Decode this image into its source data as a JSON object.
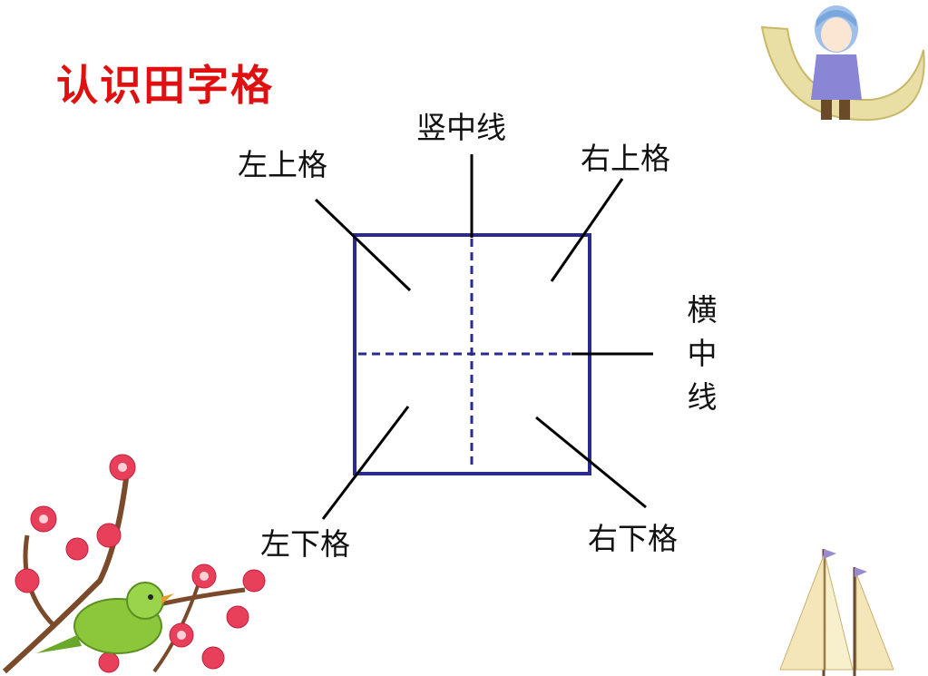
{
  "title": "认识田字格",
  "labels": {
    "top_left": "左上格",
    "vertical_center_line": "竖中线",
    "top_right": "右上格",
    "horizontal_center_line": "横中线",
    "bottom_left": "左下格",
    "bottom_right": "右下格"
  },
  "colors": {
    "title": "#e01010",
    "grid_border": "#2b2b8f",
    "center_lines": "#2b2b8f",
    "leader_lines": "#000000"
  },
  "decorations": [
    "moon-girl-icon",
    "plum-blossom-bird-icon",
    "sailboat-icon"
  ]
}
